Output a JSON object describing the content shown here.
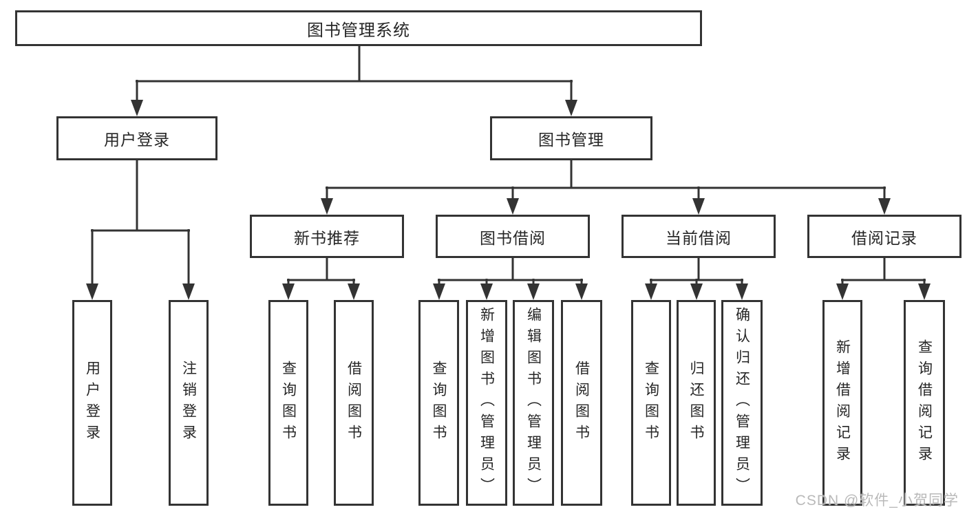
{
  "tree": {
    "label": "图书管理系统",
    "children": [
      {
        "label": "用户登录",
        "children": [
          {
            "label": "用户登录"
          },
          {
            "label": "注销登录"
          }
        ]
      },
      {
        "label": "图书管理",
        "children": [
          {
            "label": "新书推荐",
            "children": [
              {
                "label": "查询图书"
              },
              {
                "label": "借阅图书"
              }
            ]
          },
          {
            "label": "图书借阅",
            "children": [
              {
                "label": "查询图书"
              },
              {
                "label": "新增图书（管理员）"
              },
              {
                "label": "编辑图书（管理员）"
              },
              {
                "label": "借阅图书"
              }
            ]
          },
          {
            "label": "当前借阅",
            "children": [
              {
                "label": "查询图书"
              },
              {
                "label": "归还图书"
              },
              {
                "label": "确认归还（管理员）"
              }
            ]
          },
          {
            "label": "借阅记录",
            "children": [
              {
                "label": "新增借阅记录"
              },
              {
                "label": "查询借阅记录"
              }
            ]
          }
        ]
      }
    ]
  },
  "watermark": "CSDN @软件_小贺同学",
  "colors": {
    "line": "#333333",
    "border": "#333333",
    "text": "#262626",
    "watermark": "#b9b9b9",
    "background": "#ffffff"
  }
}
